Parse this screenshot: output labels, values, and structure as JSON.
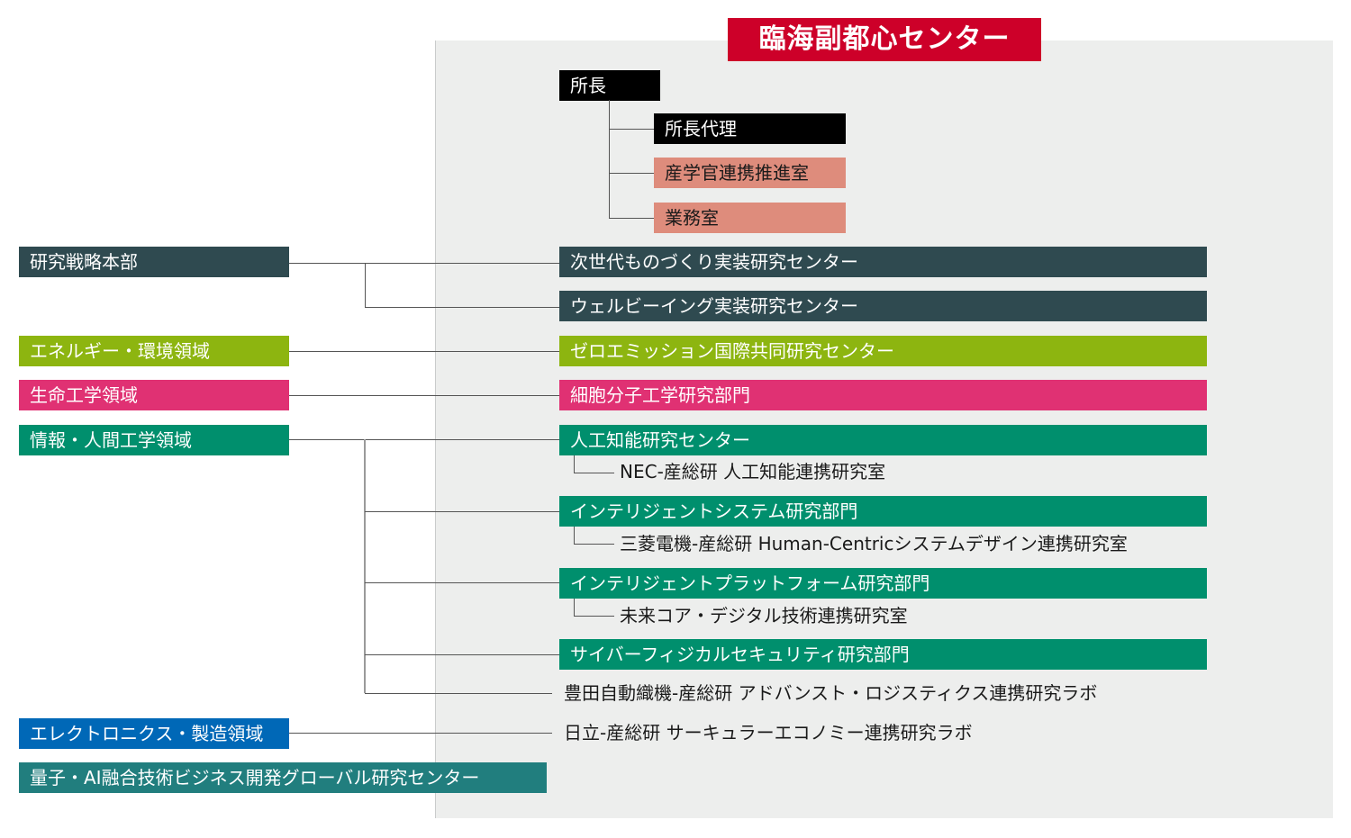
{
  "title": "臨海副都心センター",
  "colors": {
    "title_bg": "#cd0029",
    "black": "#000000",
    "salmon": "#de8c7c",
    "dark_slate": "#2f4a50",
    "lime": "#8db510",
    "magenta": "#e03173",
    "green": "#008f6d",
    "blue": "#0068b7",
    "teal": "#217e7e",
    "panel_bg": "#edeeed"
  },
  "leadership": {
    "director": "所長",
    "deputy": "所長代理",
    "offices": [
      "産学官連携推進室",
      "業務室"
    ]
  },
  "left_units": [
    {
      "label": "研究戦略本部"
    },
    {
      "label": "エネルギー・環境領域"
    },
    {
      "label": "生命工学領域"
    },
    {
      "label": "情報・人間工学領域"
    },
    {
      "label": "エレクトロニクス・製造領域"
    },
    {
      "label": "量子・AI融合技術ビジネス開発グローバル研究センター"
    }
  ],
  "right_units": [
    {
      "label": "次世代ものづくり実装研究センター"
    },
    {
      "label": "ウェルビーイング実装研究センター"
    },
    {
      "label": "ゼロエミッション国際共同研究センター"
    },
    {
      "label": "細胞分子工学研究部門"
    },
    {
      "label": "人工知能研究センター"
    },
    {
      "label": "インテリジェントシステム研究部門"
    },
    {
      "label": "インテリジェントプラットフォーム研究部門"
    },
    {
      "label": "サイバーフィジカルセキュリティ研究部門"
    }
  ],
  "sub_labs": [
    {
      "label": "NEC-産総研 人工知能連携研究室"
    },
    {
      "label": "三菱電機-産総研 Human-Centricシステムデザイン連携研究室"
    },
    {
      "label": "未来コア・デジタル技術連携研究室"
    },
    {
      "label": "豊田自動織機-産総研 アドバンスト・ロジスティクス連携研究ラボ"
    },
    {
      "label": "日立-産総研 サーキュラーエコノミー連携研究ラボ"
    }
  ]
}
